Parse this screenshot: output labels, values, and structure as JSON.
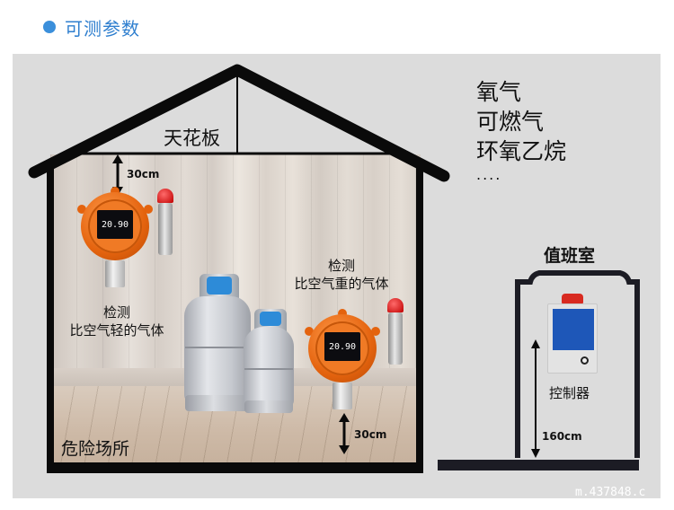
{
  "header": {
    "title": "可测参数",
    "bullet_color": "#3b8fdb"
  },
  "diagram": {
    "ceiling_label": "天花板",
    "hazard_area_label": "危险场所",
    "top_distance": "30cm",
    "bottom_distance": "30cm",
    "light_gas": {
      "line1": "检测",
      "line2": "比空气轻的气体"
    },
    "heavy_gas": {
      "line1": "检测",
      "line2": "比空气重的气体"
    },
    "detector_reading": "20.90",
    "gas_types": [
      "氧气",
      "可燃气",
      "环氧乙烷",
      "...."
    ],
    "duty_room": {
      "title": "值班室",
      "controller_label": "控制器",
      "mount_height": "160cm"
    }
  },
  "watermark": "m.437848.c"
}
